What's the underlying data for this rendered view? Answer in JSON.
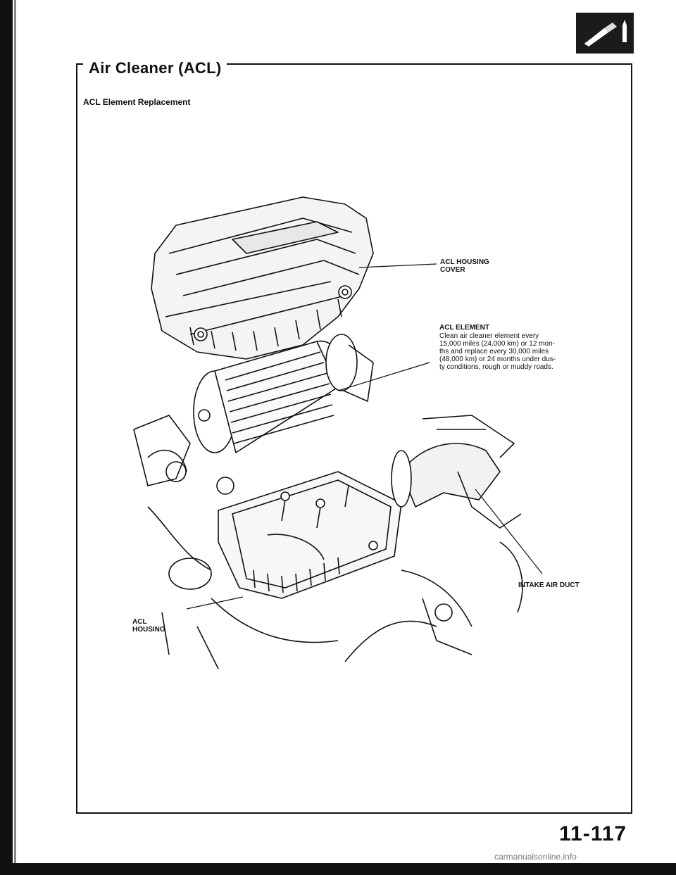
{
  "header": {
    "title": "Air Cleaner (ACL)",
    "subtitle": "ACL Element Replacement"
  },
  "callouts": {
    "housing_cover": [
      "ACL HOUSING",
      "COVER"
    ],
    "element_title": "ACL ELEMENT",
    "element_desc": [
      "Clean air cleaner element every",
      "15,000 miles (24,000 km) or 12 mon-",
      "ths and replace every 30,000 miles",
      "(48,000 km) or 24 months under dus-",
      "ty conditions, rough or muddy roads."
    ],
    "intake_duct": "INTAKE AIR DUCT",
    "housing": [
      "ACL",
      "HOUSING"
    ]
  },
  "footer": {
    "page_number": "11-117",
    "watermark": "carmanualsonline.info"
  },
  "colors": {
    "ink": "#111111",
    "paper": "#ffffff",
    "badge": "#1b1b1b"
  },
  "icons": {
    "section_badge": "engine-fuel-icon"
  }
}
